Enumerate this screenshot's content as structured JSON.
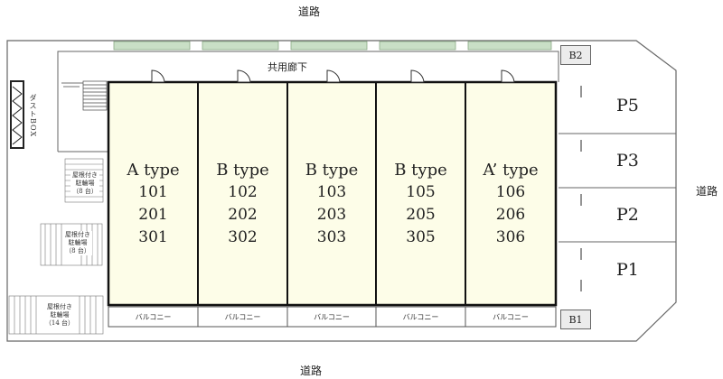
{
  "roads": {
    "top": "道路",
    "bottom": "道路",
    "right": "道路"
  },
  "corridor_label": "共用廊下",
  "units": [
    {
      "type": "A type",
      "rooms": [
        "101",
        "201",
        "301"
      ]
    },
    {
      "type": "B type",
      "rooms": [
        "102",
        "202",
        "302"
      ]
    },
    {
      "type": "B type",
      "rooms": [
        "103",
        "203",
        "303"
      ]
    },
    {
      "type": "B type",
      "rooms": [
        "105",
        "205",
        "305"
      ]
    },
    {
      "type": "A’ type",
      "rooms": [
        "106",
        "206",
        "306"
      ]
    }
  ],
  "balcony_label": "バルコニー",
  "parking": [
    "P5",
    "P3",
    "P2",
    "P1"
  ],
  "bike_parking": [
    "B2",
    "B1"
  ],
  "dust_box": "ダストBOX",
  "bike_areas": [
    {
      "line1": "屋根付き",
      "line2": "駐輪場",
      "line3": "（8 台）"
    },
    {
      "line1": "屋根付き",
      "line2": "駐輪場",
      "line3": "（8 台）"
    },
    {
      "line1": "屋根付き",
      "line2": "駐輪場",
      "line3": "（14 台）"
    }
  ],
  "colors": {
    "unit_fill": "#fdfde8",
    "planter": "#c9dfc6",
    "outline": "#555555"
  }
}
